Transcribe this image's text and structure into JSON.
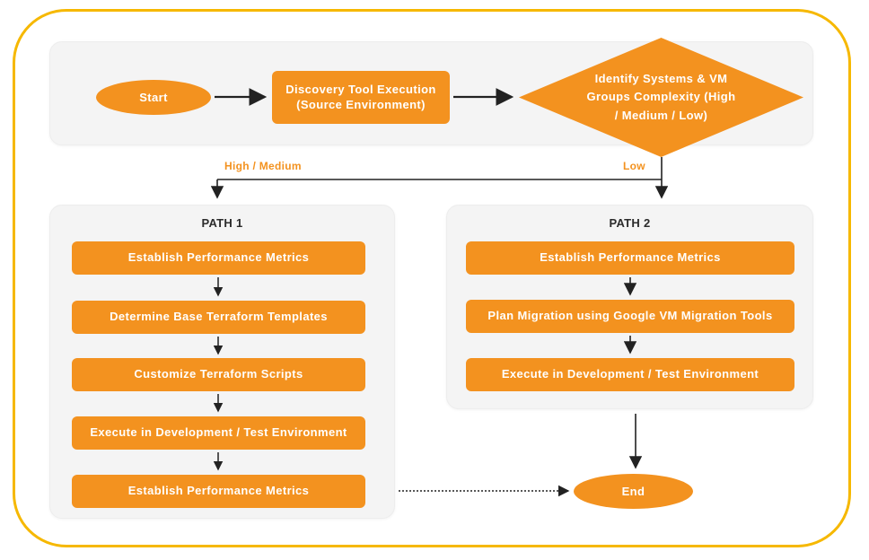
{
  "theme": {
    "frame_color": "#F6B800",
    "panel_bg": "#F4F4F4",
    "node_fill": "#F3921F",
    "node_text": "#FFFFFF",
    "label_color": "#F3921F",
    "connector_color": "#222222",
    "page_bg": "#FFFFFF"
  },
  "top_row": {
    "start": {
      "label": "Start",
      "shape": "ellipse"
    },
    "discovery": {
      "label": "Discovery Tool Execution\n(Source Environment)",
      "line1": "Discovery Tool Execution",
      "line2": "(Source Environment)",
      "shape": "process"
    },
    "decision": {
      "line1": "Identify Systems & VM",
      "line2": "Groups Complexity (High",
      "line3": "/ Medium / Low)",
      "shape": "diamond"
    }
  },
  "branches": {
    "left_label": "High / Medium",
    "right_label": "Low"
  },
  "path1": {
    "title": "PATH 1",
    "steps": [
      {
        "label": "Establish Performance Metrics"
      },
      {
        "label": "Determine Base Terraform Templates"
      },
      {
        "label": "Customize Terraform Scripts"
      },
      {
        "label": "Execute in Development / Test Environment"
      },
      {
        "label": "Establish Performance Metrics"
      }
    ]
  },
  "path2": {
    "title": "PATH 2",
    "steps": [
      {
        "label": "Establish Performance Metrics"
      },
      {
        "label": "Plan Migration using Google VM Migration Tools"
      },
      {
        "label": "Execute in Development / Test Environment"
      }
    ]
  },
  "end": {
    "label": "End",
    "shape": "ellipse"
  }
}
